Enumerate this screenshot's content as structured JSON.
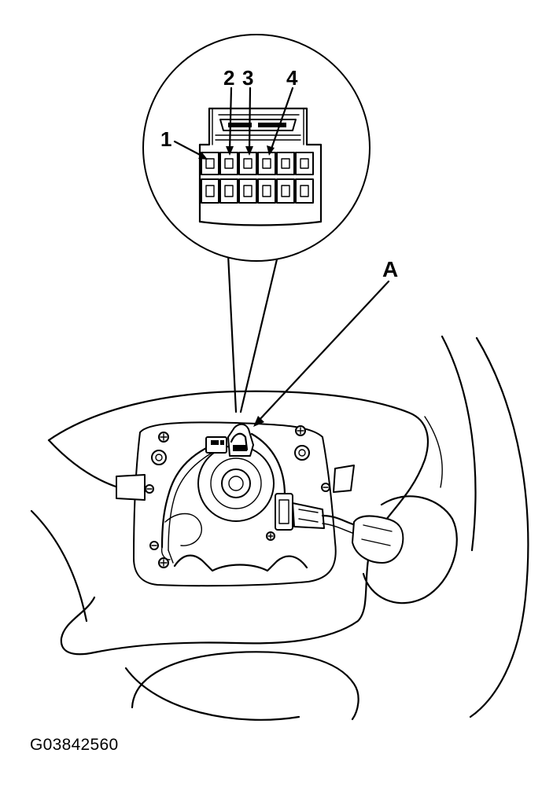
{
  "figure": {
    "code": "G03842560",
    "callouts": {
      "terminal_1": "1",
      "terminal_2": "2",
      "terminal_3": "3",
      "terminal_4": "4",
      "part_a": "A"
    }
  },
  "colors": {
    "ink": "#000000",
    "paper": "#ffffff"
  }
}
